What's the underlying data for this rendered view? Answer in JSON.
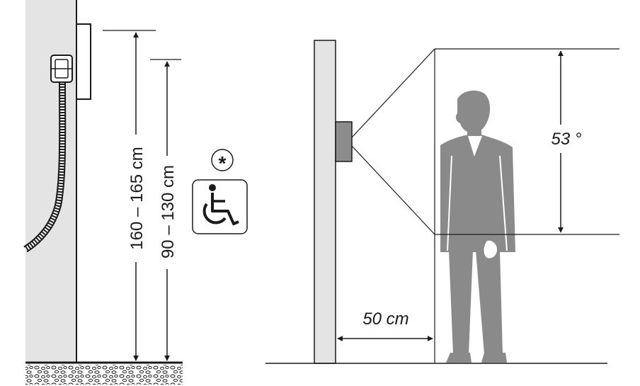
{
  "left_panel": {
    "height_main": "160 – 165 cm",
    "height_accessible": "90 – 130 cm",
    "note_symbol": "*",
    "accessibility_icon": "wheelchair-icon"
  },
  "right_panel": {
    "camera_angle": "53 °",
    "distance": "50 cm"
  },
  "colors": {
    "wall": "#e4e4e4",
    "person": "#8a8a8a",
    "camera": "#8c8c8c",
    "line": "#1a1a1a"
  }
}
